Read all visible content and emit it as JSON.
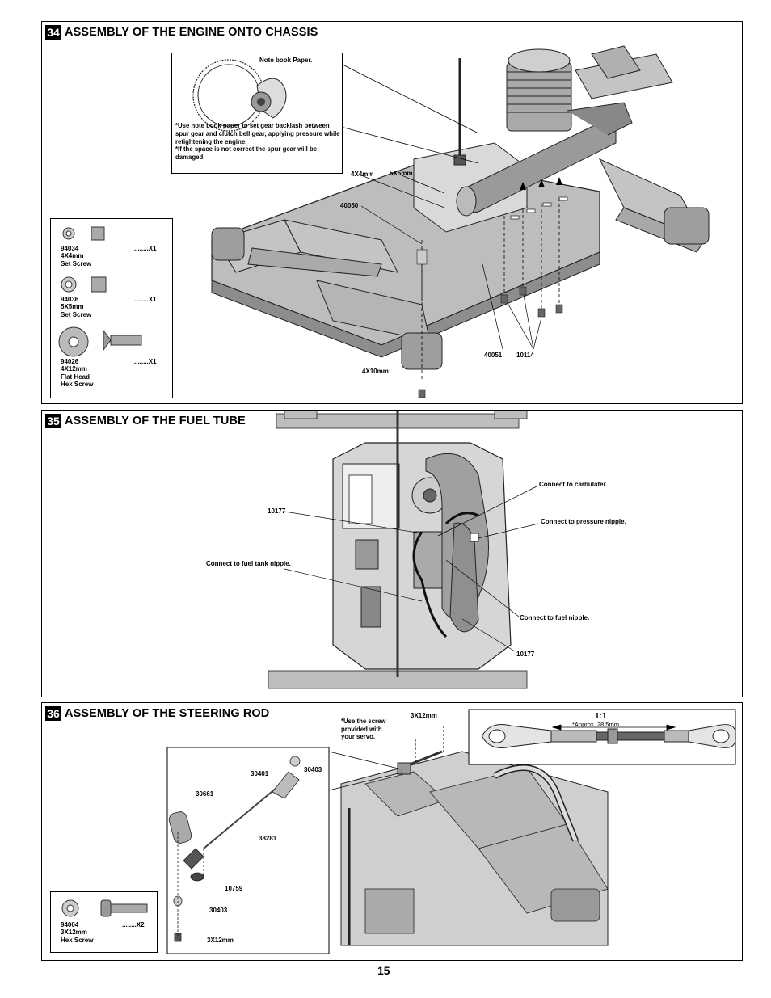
{
  "page_number": "15",
  "steps": [
    {
      "number": "34",
      "title": "ASSEMBLY OF THE ENGINE ONTO CHASSIS",
      "inset": {
        "label": "Note book Paper.",
        "note": "*Use note book paper to set gear backlash between spur gear and clutch bell gear, applying pressure while retightening the engine.\n*If the space is not correct the spur gear will be damaged."
      },
      "parts": [
        {
          "code": "94034",
          "qty": "........X1",
          "desc": "4X4mm\nSet Screw"
        },
        {
          "code": "94036",
          "qty": "........X1",
          "desc": "5X5mm\nSet Screw"
        },
        {
          "code": "94026",
          "qty": "........X1",
          "desc": "4X12mm\nFlat Head\nHex Screw"
        }
      ],
      "callouts": [
        "4X4mm",
        "5X5mm",
        "40050",
        "40051",
        "10114",
        "4X10mm"
      ]
    },
    {
      "number": "35",
      "title": "ASSEMBLY OF THE FUEL TUBE",
      "callouts": [
        "10177",
        "Connect to carbulater.",
        "Connect to pressure nipple.",
        "Connect to fuel tank nipple.",
        "Connect to fuel nipple.",
        "10177"
      ]
    },
    {
      "number": "36",
      "title": "ASSEMBLY OF THE STEERING ROD",
      "note": "*Use the screw\nprovided with\nyour servo.",
      "scale": "1:1",
      "approx": "*Approx. 28.5mm",
      "parts": [
        {
          "code": "94004",
          "qty": "........X2",
          "desc": "3X12mm\nHex Screw"
        }
      ],
      "callouts": [
        "3X12mm",
        "30401",
        "30403",
        "30661",
        "38281",
        "10759",
        "30403",
        "3X12mm"
      ]
    }
  ]
}
